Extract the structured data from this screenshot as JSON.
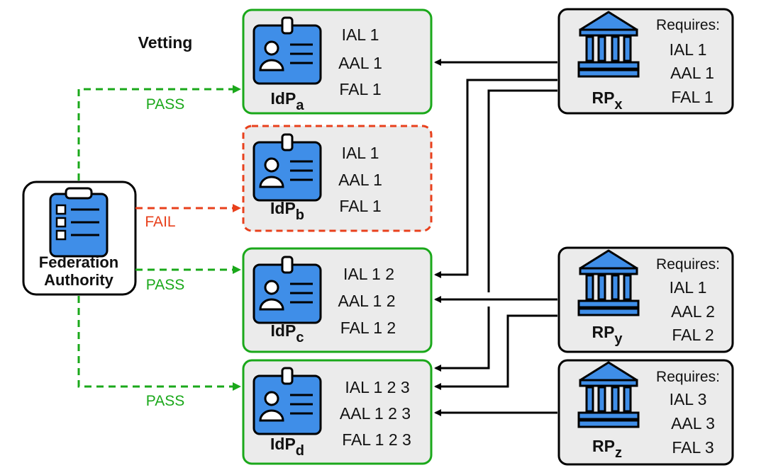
{
  "vetting_label": "Vetting",
  "authority": {
    "line1": "Federation",
    "line2": "Authority",
    "icon": "clipboard-checklist-icon"
  },
  "colors": {
    "pass": "#1aa81a",
    "fail": "#e8401c",
    "icon_blue": "#3f8ee8",
    "box_fill": "#ebebeb"
  },
  "vetting_results": [
    {
      "label": "PASS",
      "target": "a",
      "color": "#1aa81a"
    },
    {
      "label": "FAIL",
      "target": "b",
      "color": "#e8401c"
    },
    {
      "label": "PASS",
      "target": "c",
      "color": "#1aa81a"
    },
    {
      "label": "PASS",
      "target": "d",
      "color": "#1aa81a"
    }
  ],
  "idps": [
    {
      "name": "IdP",
      "sub": "a",
      "ial": "IAL 1",
      "aal": "AAL 1",
      "fal": "FAL 1",
      "status": "pass"
    },
    {
      "name": "IdP",
      "sub": "b",
      "ial": "IAL 1",
      "aal": "AAL 1",
      "fal": "FAL 1",
      "status": "fail"
    },
    {
      "name": "IdP",
      "sub": "c",
      "ial": "IAL 1 2",
      "aal": "AAL 1 2",
      "fal": "FAL 1 2",
      "status": "pass"
    },
    {
      "name": "IdP",
      "sub": "d",
      "ial": "IAL 1 2 3",
      "aal": "AAL 1 2 3",
      "fal": "FAL 1 2 3",
      "status": "pass"
    }
  ],
  "rps": [
    {
      "name": "RP",
      "sub": "x",
      "requires": "Requires:",
      "ial": "IAL 1",
      "aal": "AAL 1",
      "fal": "FAL 1",
      "icon": "bank-building-icon"
    },
    {
      "name": "RP",
      "sub": "y",
      "requires": "Requires:",
      "ial": "IAL 1",
      "aal": "AAL 2",
      "fal": "FAL 2",
      "icon": "bank-building-icon"
    },
    {
      "name": "RP",
      "sub": "z",
      "requires": "Requires:",
      "ial": "IAL 3",
      "aal": "AAL 3",
      "fal": "FAL 3",
      "icon": "bank-building-icon"
    }
  ]
}
